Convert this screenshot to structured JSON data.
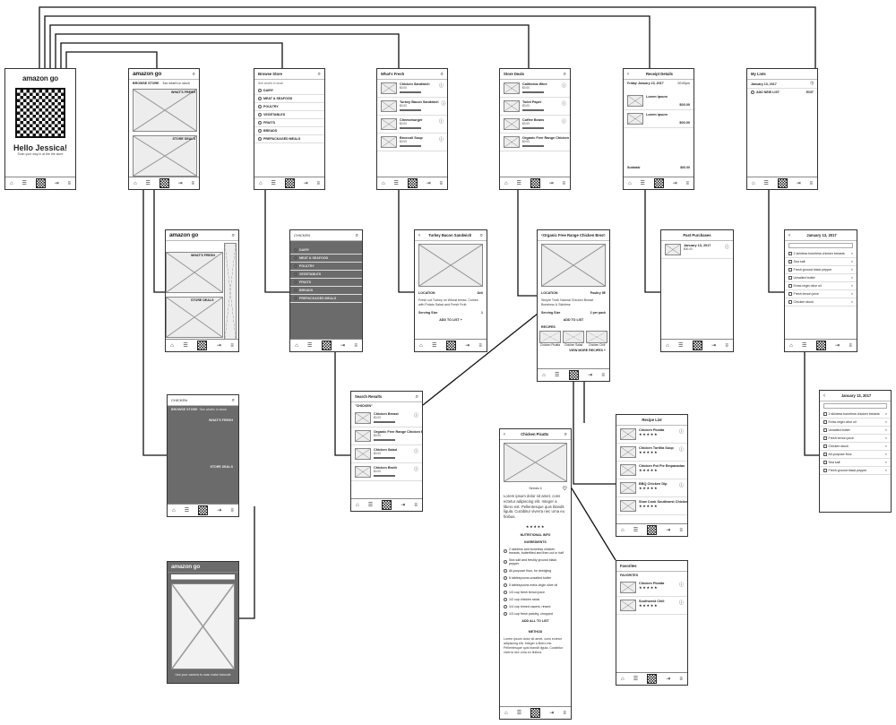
{
  "icons": {
    "search": "search-icon",
    "back": "chevron-left-icon",
    "info": "info-icon",
    "home": "home-icon",
    "list": "list-icon",
    "qr": "qr-code-icon",
    "exit": "exit-icon",
    "menu": "hamburger-menu-icon"
  },
  "welcome": {
    "brand": "amazon go",
    "greeting": "Hello Jessica!",
    "instructions": "Scan your way in at the the store"
  },
  "home": {
    "brand": "amazon go",
    "browse_store": "BROWSE STORE",
    "see_whats_in_stock": "See what's in stock",
    "whats_fresh": "WHAT'S FRESH",
    "store_deals": "STORE DEALS"
  },
  "browse_store": {
    "title": "Browse Store",
    "subtitle": "See what's in stock",
    "categories": [
      "DAIRY",
      "MEAT & SEAFOOD",
      "POULTRY",
      "VEGETABLES",
      "FRUITS",
      "BREADS",
      "PREPACKAGED MEALS"
    ]
  },
  "whats_fresh": {
    "title": "What's Fresh",
    "items": [
      {
        "name": "Chicken Sandwich",
        "price": "$0.00"
      },
      {
        "name": "Turkey Bacon Sandwich",
        "price": "$0.00"
      },
      {
        "name": "Cheeseburger",
        "price": "$0.00"
      },
      {
        "name": "Broccoli Soup",
        "price": "$0.00"
      }
    ]
  },
  "store_deals": {
    "title": "Store Deals",
    "items": [
      {
        "name": "California Wine",
        "price": "$0.00"
      },
      {
        "name": "Toilet Paper",
        "price": "$0.00"
      },
      {
        "name": "Coffee Beans",
        "price": "$0.00"
      },
      {
        "name": "Organic Free Range Chicken Breast",
        "price": "$0.00"
      }
    ]
  },
  "receipt_details": {
    "title": "Receipt Details",
    "date": "Friday January 13, 2017",
    "time": "00:00pm",
    "items": [
      {
        "name": "Lorem Ipsum",
        "price": "$00.00"
      },
      {
        "name": "Lorem Ipsum",
        "price": "$00.00"
      }
    ],
    "subtotal_label": "Subtotal",
    "subtotal": "$00.00"
  },
  "my_lists": {
    "title": "My Lists",
    "date": "January 13, 2017",
    "add_new_list": "ADD NEW LIST",
    "edit": "EDIT"
  },
  "search_overlay": {
    "query": "CHICKEN",
    "categories": [
      "DAIRY",
      "MEAT & SEAFOOD",
      "POULTRY",
      "VEGETABLES",
      "FRUITS",
      "BREADS",
      "PREPACKAGED MEALS"
    ]
  },
  "turkey_detail": {
    "title": "Turkey Bacon Sandwich",
    "location_label": "LOCATION",
    "location": "Deli",
    "description": "Fresh cut Turkey on Wheat bread. Comes with Potato Salad and Fresh Fruit.",
    "serving_label": "Serving Size",
    "serving": "1",
    "add": "ADD TO LIST +"
  },
  "chicken_detail": {
    "title": "Organic Free Range Chicken Breast",
    "location_label": "LOCATION",
    "location": "Poultry 5E",
    "description": "Simple Truth Natural Chicken Breast Boneless & Skinless",
    "serving_label": "Serving Size",
    "serving": "2 per pack",
    "add": "ADD TO LIST",
    "recipes_label": "RECIPES",
    "recipes": [
      "Chicken Picatta",
      "Chicken Salad",
      "Chicken Chili"
    ],
    "view_more": "VIEW MORE RECIPES +"
  },
  "past_purchases": {
    "title": "Past Purchases",
    "date": "January 13, 2017",
    "amount": "$00.00"
  },
  "list_detail": {
    "title": "January 13, 2017",
    "items": [
      "2 skinless boneless chicken breasts",
      "Sea salt",
      "Fresh ground black pepper",
      "Unsalted butter",
      "Extra-virgin olive oil",
      "Fresh lemon juice",
      "Chicken stock"
    ]
  },
  "list_detail_2": {
    "title": "January 13, 2017",
    "items": [
      "2 skinless boneless chicken breasts",
      "Extra-virgin olive oil",
      "Unsalted butter",
      "Fresh lemon juice",
      "Chicken stock",
      "All-purpose flour",
      "Sea salt",
      "Fresh ground black pepper"
    ]
  },
  "search_results": {
    "title": "Search Results",
    "query": "\"CHICKEN\"",
    "items": [
      {
        "name": "Chicken Breast",
        "price": "$0.00"
      },
      {
        "name": "Organic Free Range Chicken Breast",
        "price": "$0.00"
      },
      {
        "name": "Chicken Salad",
        "price": "$0.00"
      },
      {
        "name": "Chicken Broth",
        "price": "$0.00"
      }
    ]
  },
  "recipe_list": {
    "title": "Recipe List",
    "items": [
      "Chicken Picatta",
      "Chicken Tortilla Soup",
      "Chicken Pot Pie Empanadas",
      "BBQ Chicken Dip",
      "Slow Cook Southwest Chicken Chili"
    ],
    "stars": "★★★★★"
  },
  "recipe_detail": {
    "title": "Chicken Picatta",
    "serves": "Serves 4",
    "stars": "★★★★★",
    "nutrition": "NUTRITIONAL INFO",
    "ingredients_label": "INGREDIENTS",
    "ingredients": [
      "2 skinless and boneless chicken breasts, butterflied and then cut in half",
      "Sea salt and freshly ground black pepper",
      "All-purpose flour, for dredging",
      "6 tablespoons unsalted butter",
      "5 tablespoons extra-virgin olive oil",
      "1/3 cup fresh lemon juice",
      "1/2 cup chicken stock",
      "1/4 cup brined capers, rinsed",
      "1/3 cup fresh parsley, chopped"
    ],
    "add_all": "ADD ALL TO LIST",
    "method": "METHOD",
    "lorem": "Lorem ipsum dolor sit amet, cons ectetur adipiscing elit. Integer a libero est. Pellentesque quis blandit ligula. Curabitur viverra nec urna eu finibus."
  },
  "favorites": {
    "title": "Favorites",
    "label": "FAVORITES",
    "items": [
      "Chicken Picatta",
      "Southwest Chili"
    ],
    "stars": "★★★★★"
  },
  "camera": {
    "brand": "amazon go",
    "instructions": "Use your camera to scan make barcode"
  }
}
